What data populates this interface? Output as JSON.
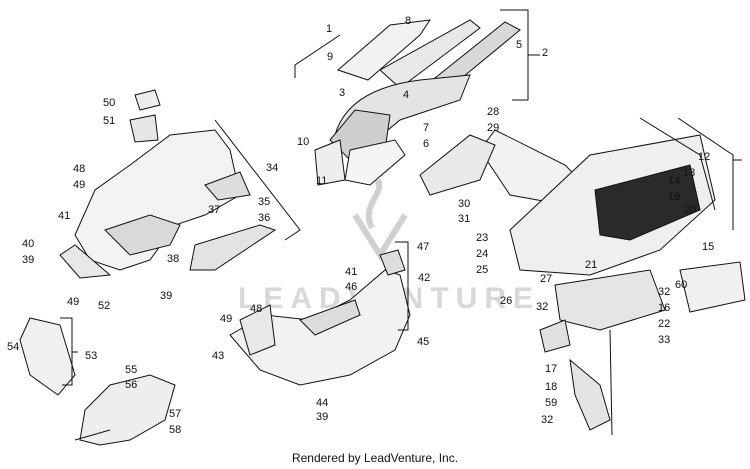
{
  "diagram": {
    "credit": "Rendered by LeadVenture, Inc.",
    "watermark_text": "LEADVENTURE",
    "callouts": [
      "1",
      "2",
      "3",
      "4",
      "5",
      "6",
      "7",
      "8",
      "9",
      "10",
      "11",
      "12",
      "13",
      "14",
      "15",
      "16",
      "17",
      "18",
      "19",
      "20",
      "21",
      "22",
      "23",
      "24",
      "25",
      "26",
      "27",
      "28",
      "29",
      "30",
      "31",
      "32",
      "32",
      "32",
      "33",
      "34",
      "35",
      "36",
      "37",
      "38",
      "39",
      "39",
      "39",
      "40",
      "41",
      "41",
      "42",
      "43",
      "44",
      "45",
      "46",
      "47",
      "48",
      "48",
      "49",
      "49",
      "49",
      "50",
      "51",
      "52",
      "53",
      "54",
      "55",
      "56",
      "57",
      "58",
      "59",
      "60"
    ]
  }
}
